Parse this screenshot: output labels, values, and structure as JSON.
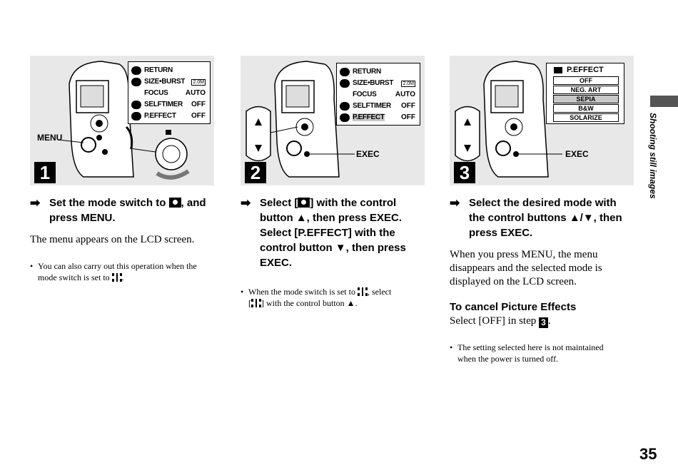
{
  "side_tab": "Shooting still images",
  "page_number": "35",
  "steps": [
    {
      "number": "1",
      "callout": "MENU",
      "menu": [
        {
          "label": "RETURN",
          "value": ""
        },
        {
          "label": "SIZE•BURST",
          "value": "2.0M"
        },
        {
          "label": "FOCUS",
          "value": "AUTO"
        },
        {
          "label": "SELFTIMER",
          "value": "OFF"
        },
        {
          "label": "P.EFFECT",
          "value": "OFF"
        }
      ],
      "heading_a": "Set the mode switch to",
      "heading_b": ", and",
      "heading_c": "press MENU.",
      "para": "The menu appears on the LCD screen.",
      "bullet_a": "You can also carry out this operation when the",
      "bullet_b": "mode switch is set to",
      "bullet_c": "."
    },
    {
      "number": "2",
      "callout": "EXEC",
      "menu": [
        {
          "label": "RETURN",
          "value": ""
        },
        {
          "label": "SIZE•BURST",
          "value": "2.0M"
        },
        {
          "label": "FOCUS",
          "value": "AUTO"
        },
        {
          "label": "SELFTIMER",
          "value": "OFF"
        },
        {
          "label": "P.EFFECT",
          "value": "OFF"
        }
      ],
      "h1a": "Select [",
      "h1b": "] with the control",
      "h2": "button ▲, then press EXEC.",
      "h3": "Select [P.EFFECT] with the",
      "h4": "control button ▼, then press",
      "h5": "EXEC.",
      "bullet_a1": "When the mode switch is set to",
      "bullet_a2": ", select",
      "bullet_b1": "[",
      "bullet_b2": "] with the control button ▲."
    },
    {
      "number": "3",
      "callout": "EXEC",
      "pe_title": "P.EFFECT",
      "pe_options": [
        "OFF",
        "NEG. ART",
        "SEPIA",
        "B&W",
        "SOLARIZE"
      ],
      "h1": "Select the desired mode with",
      "h2": "the control buttons ▲/▼, then",
      "h3": "press EXEC.",
      "p1": "When you press MENU, the menu",
      "p2": "disappears and the selected mode is",
      "p3": "displayed on the LCD screen.",
      "subhead": "To cancel Picture Effects",
      "cancel_a": "Select [OFF] in step",
      "cancel_num": "3",
      "cancel_b": ".",
      "bullet_a": "The setting selected here is not maintained",
      "bullet_b": "when the power is turned off."
    }
  ]
}
